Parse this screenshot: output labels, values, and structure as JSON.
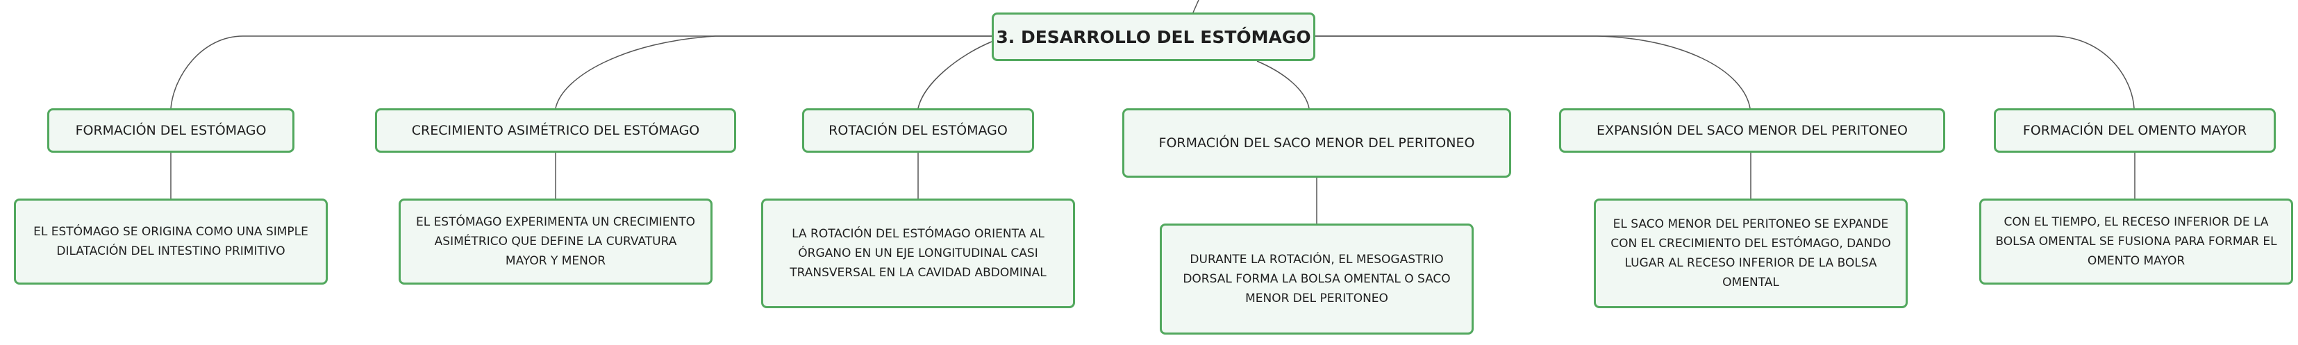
{
  "root": {
    "label": "3. DESARROLLO DEL ESTÓMAGO"
  },
  "branches": [
    {
      "title": "FORMACIÓN DEL ESTÓMAGO",
      "detail": "EL ESTÓMAGO SE ORIGINA COMO UNA SIMPLE DILATACIÓN DEL INTESTINO PRIMITIVO"
    },
    {
      "title": "CRECIMIENTO ASIMÉTRICO DEL ESTÓMAGO",
      "detail": "EL ESTÓMAGO EXPERIMENTA UN CRECIMIENTO ASIMÉTRICO QUE DEFINE LA CURVATURA MAYOR Y MENOR"
    },
    {
      "title": "ROTACIÓN DEL ESTÓMAGO",
      "detail": "LA ROTACIÓN DEL ESTÓMAGO ORIENTA AL ÓRGANO EN UN EJE LONGITUDINAL CASI TRANSVERSAL EN LA CAVIDAD ABDOMINAL"
    },
    {
      "title": "FORMACIÓN DEL SACO MENOR DEL PERITONEO",
      "detail": "DURANTE LA ROTACIÓN, EL MESOGASTRIO DORSAL FORMA LA BOLSA OMENTAL O SACO MENOR DEL PERITONEO"
    },
    {
      "title": "EXPANSIÓN DEL SACO MENOR DEL PERITONEO",
      "detail": "EL SACO MENOR DEL PERITONEO SE EXPANDE CON EL CRECIMIENTO DEL ESTÓMAGO, DANDO LUGAR AL RECESO INFERIOR DE LA BOLSA OMENTAL"
    },
    {
      "title": "FORMACIÓN DEL OMENTO MAYOR",
      "detail": "CON EL TIEMPO, EL RECESO INFERIOR DE LA BOLSA OMENTAL SE FUSIONA PARA FORMAR EL OMENTO MAYOR"
    }
  ]
}
